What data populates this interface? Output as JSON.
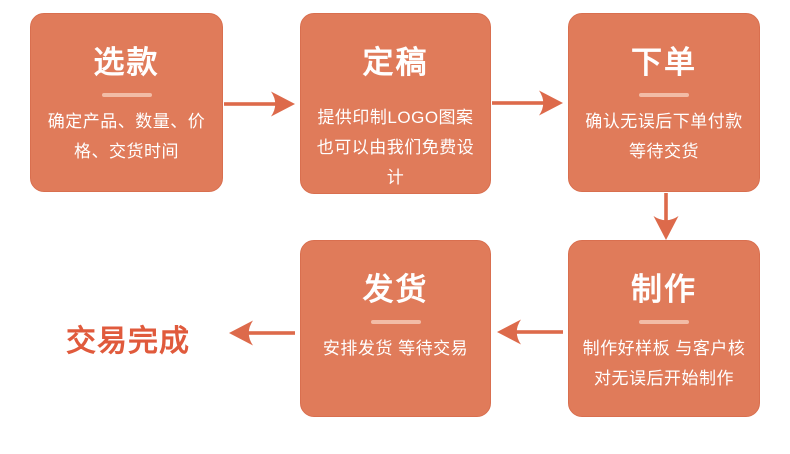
{
  "diagram": {
    "steps": [
      {
        "title": "选款",
        "desc_lines": [
          "确定产品、数量、价",
          "格、交货时间"
        ]
      },
      {
        "title": "定稿",
        "desc_lines": [
          "提供印制LOGO图案",
          "也可以由我们免费设",
          "计"
        ]
      },
      {
        "title": "下单",
        "desc_lines": [
          "确认无误后下单付款",
          "等待交货"
        ]
      },
      {
        "title": "制作",
        "desc_lines": [
          "制作好样板 与客户核",
          "对无误后开始制作"
        ]
      },
      {
        "title": "发货",
        "desc_lines": [
          "安排发货 等待交易"
        ]
      }
    ],
    "end_label": "交易完成"
  },
  "colors": {
    "box_fill": "#E07B5A",
    "box_border": "#D96F4F",
    "box_text": "#FFFFFF",
    "divider": "#F2BCA6",
    "arrow_color": "#DD6A4B",
    "end_text": "#E05A3C",
    "background": "#FFFFFF"
  }
}
